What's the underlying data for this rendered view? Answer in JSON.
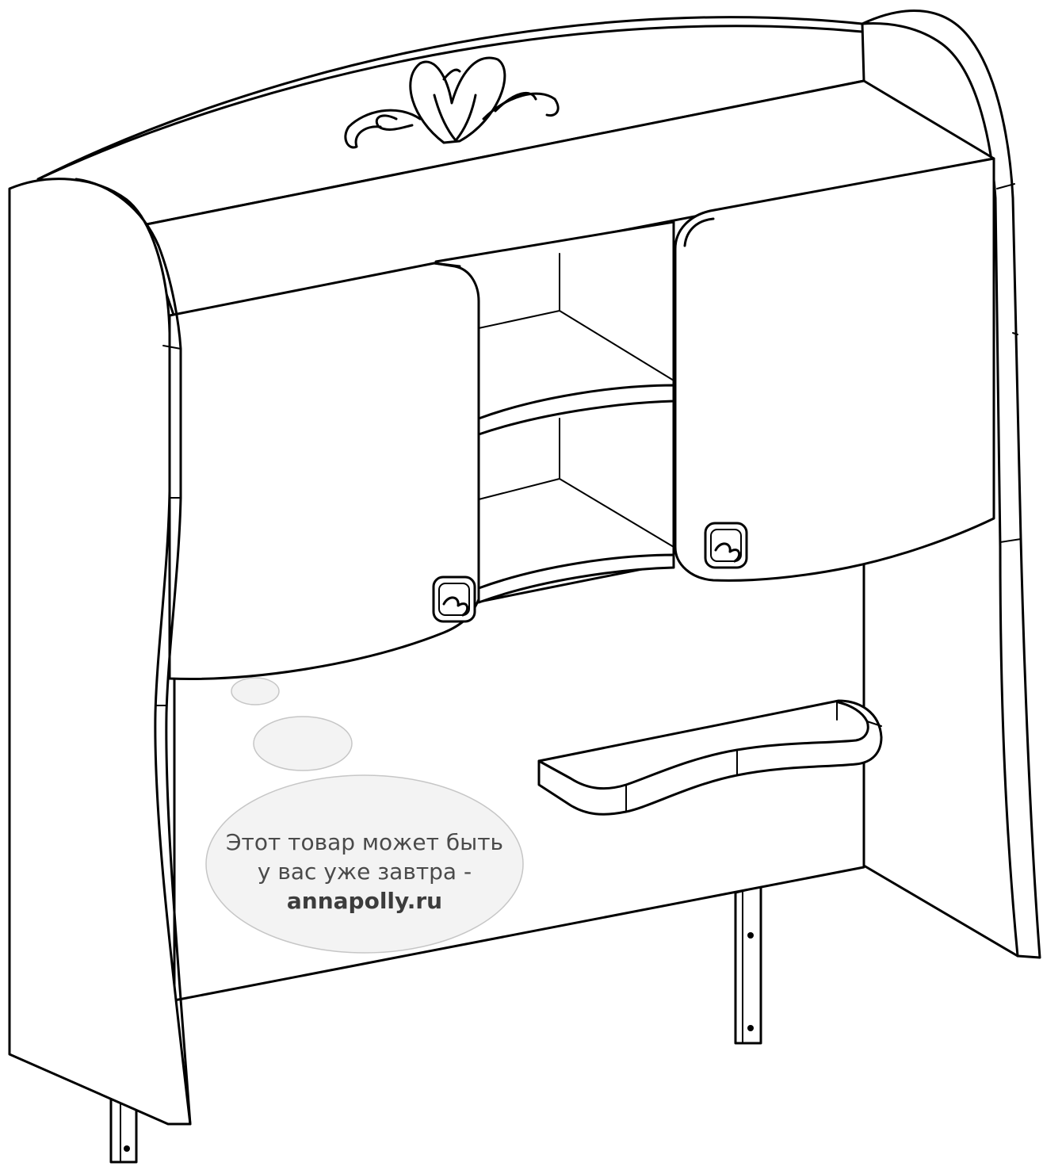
{
  "promo": {
    "line1": "Этот товар может быть",
    "line2": "у вас уже завтра -",
    "url": "annapolly.ru"
  },
  "colors": {
    "line": "#000000",
    "background": "#ffffff",
    "bubble_fill": "#f2f2f2",
    "bubble_stroke": "#bdbdbd",
    "promo_text": "#4a4a4a"
  }
}
